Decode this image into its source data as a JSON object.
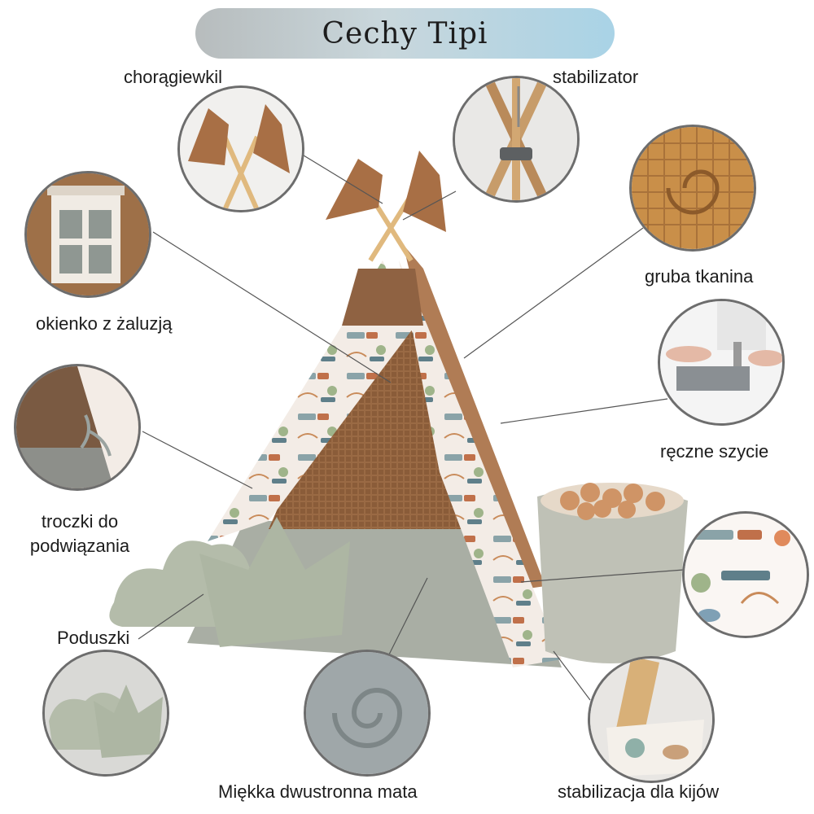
{
  "title": "Cechy Tipi",
  "labels": {
    "flags": "chorągiewkil",
    "stabilizer": "stabilizator",
    "window": "okienko z żaluzją",
    "fabric": "gruba tkanina",
    "sewing": "ręczne szycie",
    "ties_line1": "troczki do",
    "ties_line2": "podwiązania",
    "pillows": "Poduszki",
    "mat": "Miękka dwustronna mata",
    "pole_stabilization": "stabilizacja dla kijów"
  },
  "icons": {
    "flags_detail": "flags-photo",
    "stabilizer_detail": "stabilizer-photo",
    "window_detail": "window-photo",
    "fabric_detail": "waffle-fabric-photo",
    "sewing_detail": "sewing-machine-photo",
    "ties_detail": "ties-photo",
    "pattern_detail": "train-pattern-photo",
    "pillows_detail": "pillows-photo",
    "mat_detail": "mat-fabric-photo",
    "pole_detail": "pole-pocket-photo"
  },
  "colors": {
    "accent_brown": "#a86f45",
    "sage": "#b7bfae",
    "pattern_bg": "#f3ece6",
    "circle_border": "#6d6d6d"
  }
}
